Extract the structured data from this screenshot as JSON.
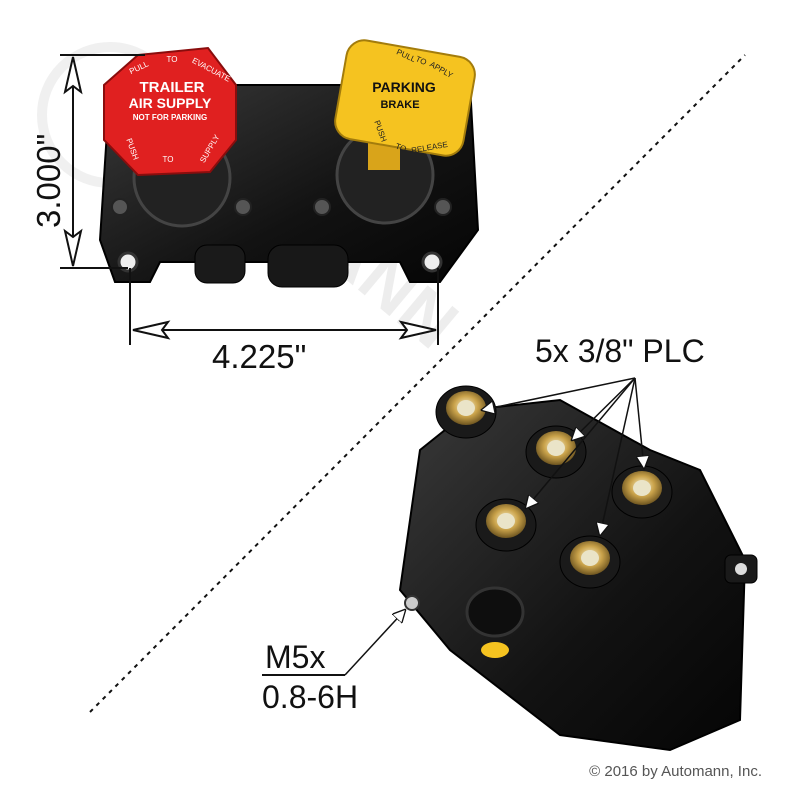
{
  "dimensions": {
    "height_label": "3.000\"",
    "width_label": "4.225\""
  },
  "top_valve": {
    "red_knob": {
      "title_line1": "TRAILER",
      "title_line2": "AIR SUPPLY",
      "subtitle": "NOT FOR PARKING",
      "ring_top_left": "PULL",
      "ring_top_mid": "TO",
      "ring_top_right": "EVACUATE",
      "ring_bottom_left": "PUSH",
      "ring_bottom_mid": "TO",
      "ring_bottom_right": "SUPPLY",
      "color": "#e02020"
    },
    "yellow_knob": {
      "title_line1": "PARKING",
      "title_line2": "BRAKE",
      "ring_top_left": "PULL",
      "ring_top_mid": "TO",
      "ring_top_right": "APPLY",
      "ring_bottom_left": "PUSH",
      "ring_bottom_mid": "TO",
      "ring_bottom_right": "RELEASE",
      "color": "#f5c320"
    }
  },
  "callouts": {
    "ports": "5x 3/8\" PLC",
    "thread_line1": "M5x",
    "thread_line2": "0.8-6H"
  },
  "watermark": "AUTOMANN",
  "copyright": "© 2016 by Automann, Inc."
}
